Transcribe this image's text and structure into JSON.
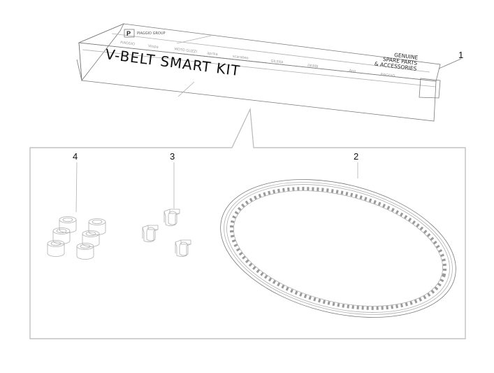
{
  "diagram": {
    "type": "exploded parts view",
    "box": {
      "title": "V-BELT SMART KIT",
      "logo": "PIAGGIO GROUP",
      "tagline": [
        "GENUINE",
        "SPARE PARTS",
        "& ACCESSORIES"
      ],
      "brands": [
        "PIAGGIO",
        "Vespa",
        "MOTO GUZZI",
        "aprilia",
        "scarabeo",
        "GILERA",
        "DERBI",
        "Ape",
        "PIAGGIO"
      ]
    },
    "callouts": [
      {
        "number": "1",
        "part": "kit-box"
      },
      {
        "number": "2",
        "part": "v-belt"
      },
      {
        "number": "3",
        "part": "sliders"
      },
      {
        "number": "4",
        "part": "rollers"
      }
    ],
    "counts": {
      "rollers": 6,
      "sliders": 3,
      "belts": 1
    }
  }
}
